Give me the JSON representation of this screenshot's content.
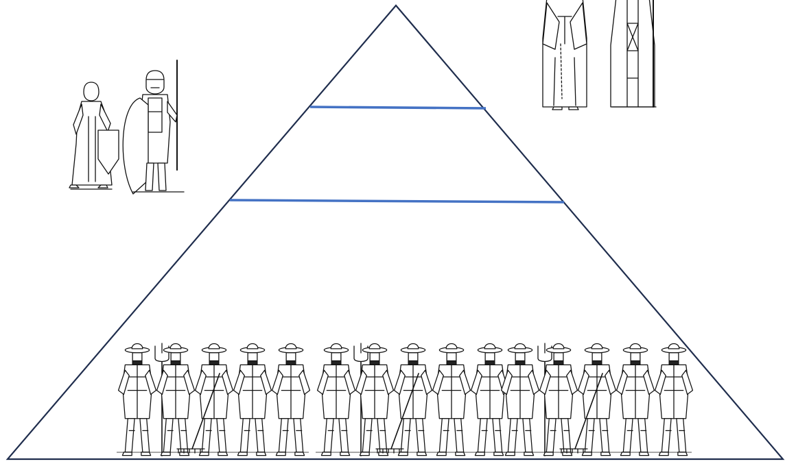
{
  "diagram": {
    "type": "social-pyramid",
    "colors": {
      "outline": "#1f2d4d",
      "divider": "#4472c4",
      "background": "#ffffff",
      "ink": "#111111"
    },
    "tiers": [
      {
        "level": "top"
      },
      {
        "level": "middle"
      },
      {
        "level": "bottom"
      }
    ],
    "figure_groups": [
      {
        "name": "nobility",
        "icons": [
          "noble-figure-icon",
          "knight-figure-icon"
        ]
      },
      {
        "name": "clergy",
        "icons": [
          "monk-figure-icon",
          "bishop-figure-icon"
        ]
      },
      {
        "name": "peasants",
        "icons": [
          "peasant-figure-icon"
        ],
        "repeat_groups": 3,
        "figures_per_group": 5
      }
    ]
  }
}
